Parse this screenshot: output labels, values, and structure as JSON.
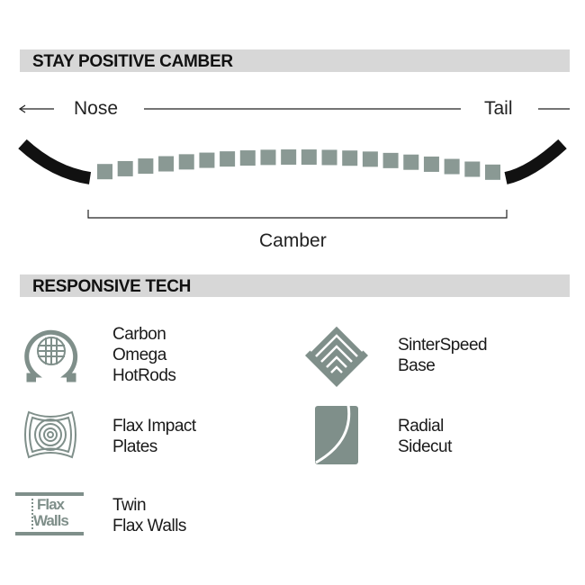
{
  "camber_section": {
    "title": "STAY POSITIVE CAMBER",
    "nose_label": "Nose",
    "tail_label": "Tail",
    "camber_label": "Camber",
    "segment_color": "#8a9994",
    "tip_color": "#111111"
  },
  "tech_section": {
    "title": "RESPONSIVE TECH",
    "icon_color": "#7f8f8a",
    "items": [
      {
        "icon": "omega-grid-icon",
        "label": [
          "Carbon",
          "Omega",
          "HotRods"
        ]
      },
      {
        "icon": "diamond-chevron-icon",
        "label": [
          "SinterSpeed",
          "Base"
        ]
      },
      {
        "icon": "concentric-plate-icon",
        "label": [
          "Flax Impact",
          "Plates"
        ]
      },
      {
        "icon": "radial-sidecut-icon",
        "label": [
          "Radial",
          "Sidecut"
        ]
      },
      {
        "icon": "flax-walls-icon",
        "label": [
          "Twin",
          "Flax Walls"
        ],
        "icon_text": [
          "Flax",
          "Walls"
        ]
      }
    ]
  }
}
